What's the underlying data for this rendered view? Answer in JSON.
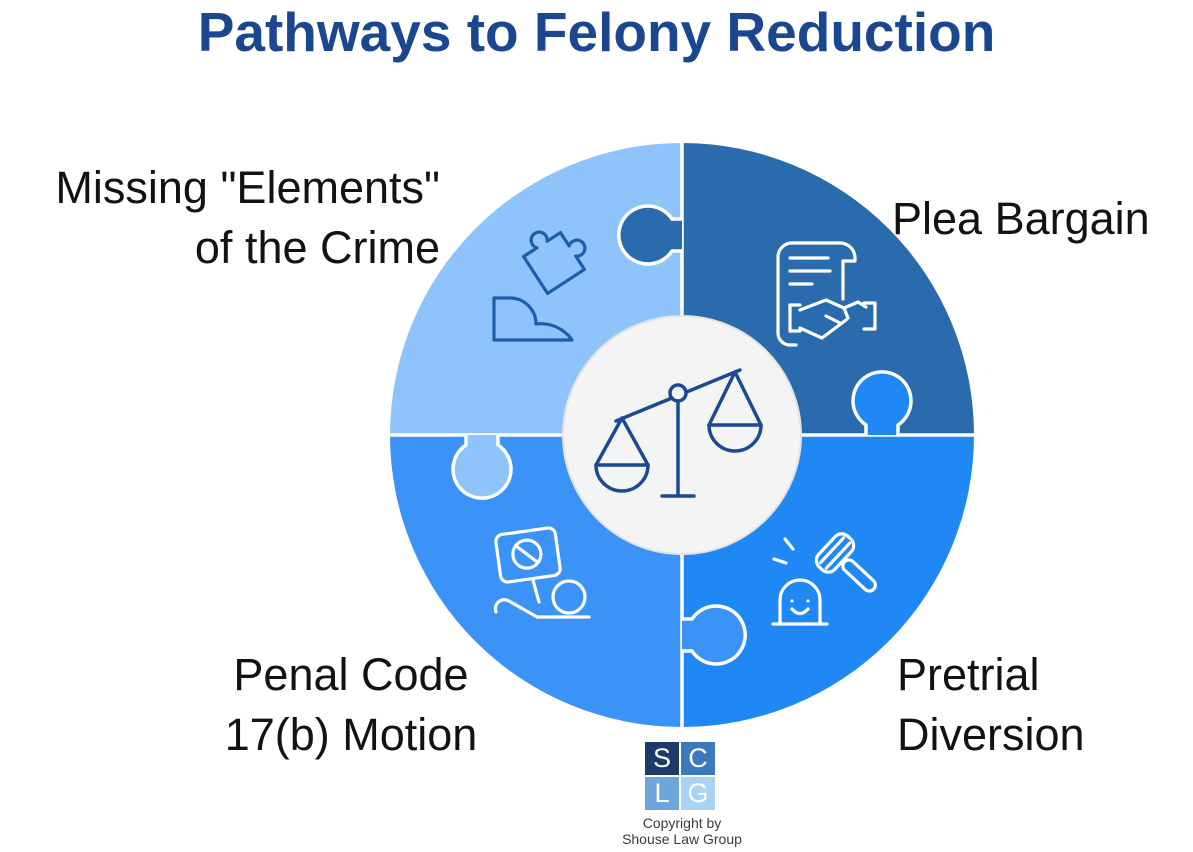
{
  "title": {
    "text": "Pathways to Felony Reduction",
    "color": "#1b4791"
  },
  "diagram": {
    "center_circle_fill": "#f4f4f5",
    "center_circle_border": "#e3e3e3",
    "center_icon": "scales-of-justice",
    "scales_color": "#1b4a94",
    "seam_color": "#ffffff",
    "segments": [
      {
        "name": "missing-elements",
        "position": "top-left",
        "label": "Missing \"Elements\" of the Crime",
        "label_line1": "Missing \"Elements\"",
        "label_line2": "of the Crime",
        "color": "#8ec4fb",
        "icon": "puzzle-piece-hand-icon",
        "icon_color": "#1e5ea8"
      },
      {
        "name": "plea-bargain",
        "position": "top-right",
        "label": "Plea Bargain",
        "label_line1": "Plea Bargain",
        "label_line2": "",
        "color": "#2a6bae",
        "icon": "contract-handshake-icon",
        "icon_color": "#ffffff"
      },
      {
        "name": "pretrial-diversion",
        "position": "bottom-right",
        "label": "Pretrial Diversion",
        "label_line1": "Pretrial",
        "label_line2": "Diversion",
        "color": "#1f88f5",
        "icon": "gavel-defendant-icon",
        "icon_color": "#ffffff"
      },
      {
        "name": "penal-code-17b",
        "position": "bottom-left",
        "label": "Penal Code 17(b) Motion",
        "label_line1": "Penal Code",
        "label_line2": "17(b) Motion",
        "color": "#3b93f8",
        "icon": "no-sign-hand-icon",
        "icon_color": "#ffffff"
      }
    ]
  },
  "footer": {
    "logo": {
      "letters": [
        {
          "char": "S",
          "bg": "#1d3b68"
        },
        {
          "char": "C",
          "bg": "#3a79bd"
        },
        {
          "char": "L",
          "bg": "#6ca6da"
        },
        {
          "char": "G",
          "bg": "#a9d3f4"
        }
      ]
    },
    "copyright_line1": "Copyright by",
    "copyright_line2": "Shouse Law Group"
  }
}
